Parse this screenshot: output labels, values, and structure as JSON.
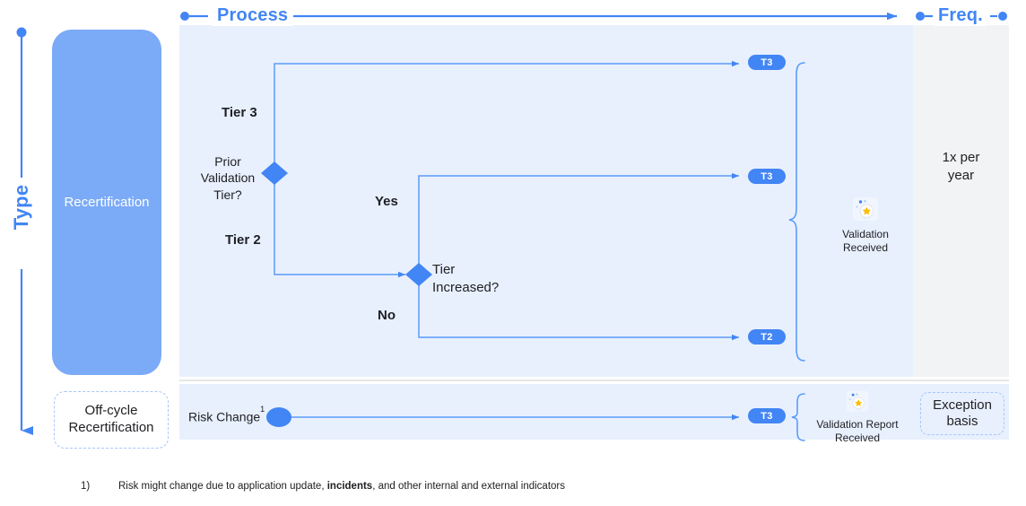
{
  "axes": {
    "process_label": "Process",
    "freq_label": "Freq.",
    "type_label": "Type"
  },
  "type_column": {
    "recertification_label": "Recertification",
    "offcycle_label_line1": "Off-cycle",
    "offcycle_label_line2": "Recertification"
  },
  "process_main": {
    "decision_1": {
      "name": "Prior Validation Tier?",
      "line1": "Prior",
      "line2": "Validation",
      "line3": "Tier?",
      "branch_up": "Tier 3",
      "branch_down": "Tier 2"
    },
    "decision_2": {
      "name": "Tier Increased?",
      "line1": "Tier",
      "line2": "Increased?",
      "branch_up": "Yes",
      "branch_down": "No"
    },
    "outcomes": [
      {
        "badge": "T3",
        "from": "Tier 3"
      },
      {
        "badge": "T3",
        "from": "Yes"
      },
      {
        "badge": "T2",
        "from": "No"
      }
    ],
    "endpoint": {
      "icon": "award-star-icon",
      "line1": "Validation",
      "line2": "Received"
    }
  },
  "process_offcycle": {
    "trigger_label": "Risk Change",
    "trigger_footnote_marker": "1",
    "badge": "T3",
    "endpoint": {
      "icon": "award-star-icon",
      "line1": "Validation Report",
      "line2": "Received"
    }
  },
  "frequency": {
    "main_line1": "1x per",
    "main_line2": "year",
    "offcycle_line1": "Exception",
    "offcycle_line2": "basis"
  },
  "footnote": {
    "marker": "1)",
    "text_before": "Risk might change due to application update, ",
    "emphasis": "incidents",
    "text_after": ", and other internal and external indicators"
  },
  "colors": {
    "accent_blue": "#4285f4",
    "light_blue_panel": "#e8f0fe",
    "block_blue": "#7baaf7",
    "grey_panel": "#f1f3f4",
    "line_blue": "#5b9bf8",
    "dashed_border": "#a8c7fa"
  }
}
